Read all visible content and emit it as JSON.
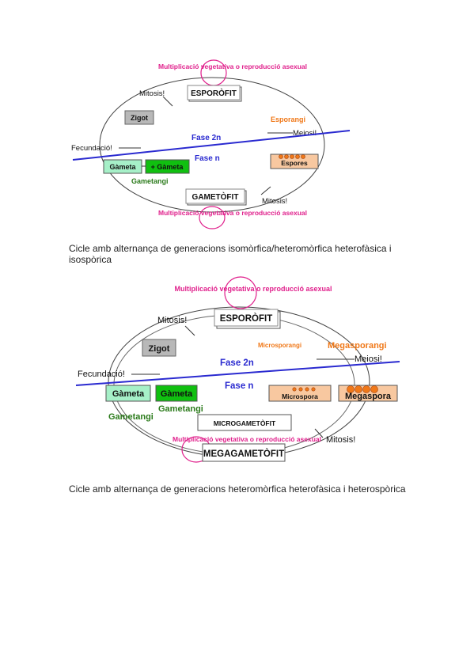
{
  "diagram1": {
    "multiplication_top": "Multiplicació vegetativa o reproducció asexual",
    "multiplication_bottom": "Multiplicació vegetativa o reproducció asexual",
    "sporophyte": "ESPORÒFIT",
    "gametophyte": "GAMETÒFIT",
    "mitosis_top": "Mitosis!",
    "mitosis_bottom": "Mitosis!",
    "zygote": "Zigot",
    "sporangium": "Esporangi",
    "meiosis": "Meiosi!",
    "fertilization": "Fecundació!",
    "phase_2n": "Fase 2n",
    "phase_n": "Fase n",
    "gamete_left": "Gàmeta",
    "gamete_right": "+ Gàmeta",
    "spores": "Espores",
    "gametangium": "Gametangi"
  },
  "caption1": "Cicle amb alternança de generacions isomòrfica/heteromòrfica heterofàsica i isospòrica",
  "diagram2": {
    "multiplication_top": "Multiplicació vegetativa o reproducció asexual",
    "multiplication_bottom": "Multiplicació vegetativa o reproducció asexual",
    "sporophyte": "ESPORÒFIT",
    "mitosis_top": "Mitosis!",
    "mitosis_bottom": "Mitosis!",
    "zygote": "Zigot",
    "microsporangium": "Microsporangi",
    "megasporangium": "Megasporangi",
    "meiosis": "Meiosi!",
    "fertilization": "Fecundació!",
    "phase_2n": "Fase 2n",
    "phase_n": "Fase n",
    "gamete_left": "Gàmeta",
    "gamete_right": "Gàmeta",
    "microspore": "Microspora",
    "megaspore": "Megaspora",
    "gametangium_left": "Gametangi",
    "gametangium_right": "Gametangi",
    "microgametophyte": "MICROGAMETÒFIT",
    "megagametophyte": "MEGAGAMETÒFIT"
  },
  "caption2": "Cicle amb alternança de generacions heteromòrfica heterofàsica i heterospòrica",
  "colors": {
    "pink": "#e0208c",
    "blue": "#2a2ad0",
    "orange": "#f07818",
    "dark_green": "#2a7a1a",
    "light_green": "#a6f0c8",
    "green_fill": "#10c010",
    "gray_fill": "#b8b8b8",
    "spore_fill": "#f8c8a0"
  }
}
